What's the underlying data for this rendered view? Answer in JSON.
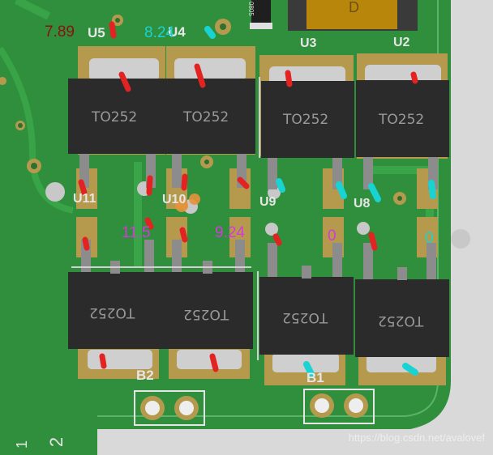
{
  "annotations": {
    "voltage_u5": "7.89",
    "voltage_u4": "8.24",
    "voltage_u11": "11.5",
    "voltage_u10": "9.24",
    "voltage_u9": "0",
    "voltage_u8": "0"
  },
  "designators": {
    "u5": "U5",
    "u4": "U4",
    "u3": "U3",
    "u2": "U2",
    "u11": "U11",
    "u10": "U10",
    "u9": "U9",
    "u8": "U8",
    "b2": "B2",
    "b1": "B1",
    "pin1": "1",
    "pin2": "2",
    "cap_d": "D",
    "resistor": "0805"
  },
  "packages": {
    "top": [
      "TO252",
      "TO252",
      "TO252",
      "TO252"
    ],
    "bottom": [
      "TO252",
      "TO252",
      "TO252",
      "TO252"
    ]
  },
  "watermark": "https://blog.csdn.net/avalovef",
  "colors": {
    "board": "#2f8f3c",
    "copper": "#b59a4e",
    "body": "#2b2b2b",
    "annot_red": "#e32222",
    "annot_cyan": "#19d3d3",
    "annot_magenta": "#d33ad8",
    "annot_dark_red": "#8a1111"
  }
}
